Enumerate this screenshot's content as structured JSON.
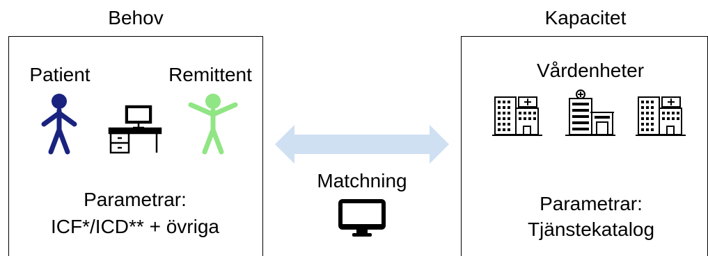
{
  "left_panel": {
    "title": "Behov",
    "patient_label": "Patient",
    "referrer_label": "Remittent",
    "params_line1": "Parametrar:",
    "params_line2": "ICF*/ICD** + övriga"
  },
  "middle": {
    "label": "Matchning"
  },
  "right_panel": {
    "title": "Kapacitet",
    "subtitle": "Vårdenheter",
    "params_line1": "Parametrar:",
    "params_line2": "Tjänstekatalog"
  },
  "colors": {
    "patient": "#1a237e",
    "referrer": "#90e584",
    "arrow": "#cfe0f3",
    "icon": "#000000"
  },
  "icons": {
    "patient": "person-icon",
    "referrer": "person-icon",
    "desk": "computer-desk-icon",
    "monitor": "monitor-icon",
    "hospitals": [
      "hospital-building-icon",
      "hospital-complex-icon",
      "hospital-building-icon"
    ]
  }
}
